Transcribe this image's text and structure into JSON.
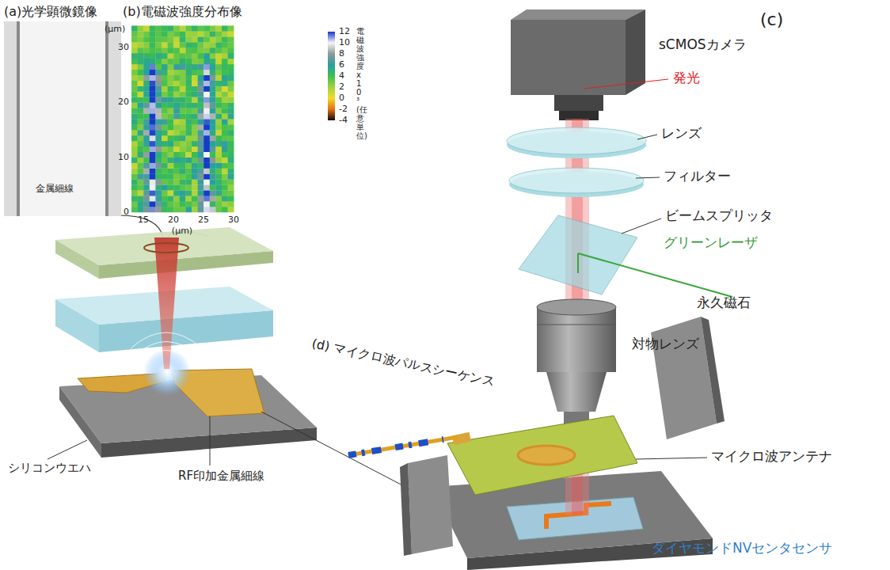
{
  "diagram": {
    "nodes": [
      {
        "text": [
          "(a)光学顕微鏡像",
          "金属細線"
        ]
      },
      {
        "text": [
          "(b)電磁波強度分布像"
        ]
      }
    ],
    "labels": [
      "(μm)",
      "30",
      "20",
      "10",
      "0",
      "15",
      "20",
      "25",
      "30",
      "(μm)",
      "12",
      "10",
      "8",
      "6",
      "4",
      "2",
      "0",
      "-2",
      "-4",
      "電磁波強度x10³(任意単位)",
      "(c)",
      "sCMOSカメラ",
      "発光",
      "レンズ",
      "フィルター",
      "ビームスプリッタ",
      "グリーンレーザ",
      "対物レンズ",
      "永久磁石",
      "(d) マイクロ波パルスシーケンス",
      "マイクロ波アンテナ",
      "ダイヤモンドNVセンタセンサ",
      "シリコンウエハ",
      "RF印加金属細線"
    ]
  }
}
